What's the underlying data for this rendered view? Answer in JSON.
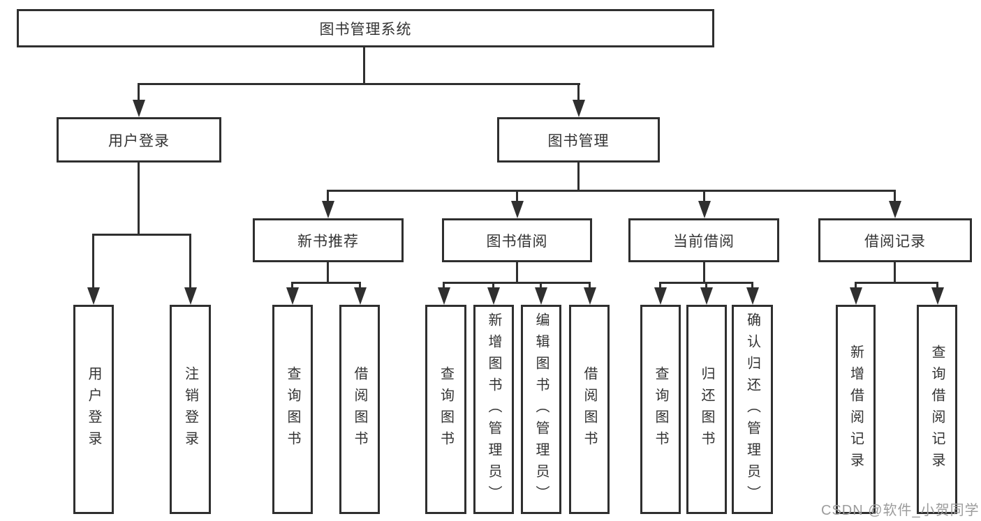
{
  "root": {
    "label": "图书管理系统"
  },
  "branches": {
    "user_login": {
      "label": "用户登录",
      "children": {
        "login": "用户登录",
        "logout": "注销登录"
      }
    },
    "book_management": {
      "label": "图书管理",
      "children": {
        "new_book_recommend": {
          "label": "新书推荐",
          "children": {
            "query_books": "查询图书",
            "borrow_books": "借阅图书"
          }
        },
        "book_borrowing": {
          "label": "图书借阅",
          "children": {
            "query_books": "查询图书",
            "add_books": "新增图书（管理员）",
            "edit_books": "编辑图书（管理员）",
            "borrow_books": "借阅图书"
          }
        },
        "current_borrowing": {
          "label": "当前借阅",
          "children": {
            "query_books": "查询图书",
            "return_books": "归还图书",
            "confirm_return": "确认归还（管理员）"
          }
        },
        "borrowing_records": {
          "label": "借阅记录",
          "children": {
            "add_record": "新增借阅记录",
            "query_record": "查询借阅记录"
          }
        }
      }
    }
  },
  "watermark": "CSDN @软件_小贺同学",
  "colors": {
    "line": "#2f2f2f",
    "text": "#333333",
    "background": "#ffffff",
    "watermark": "#9c9c9c"
  }
}
